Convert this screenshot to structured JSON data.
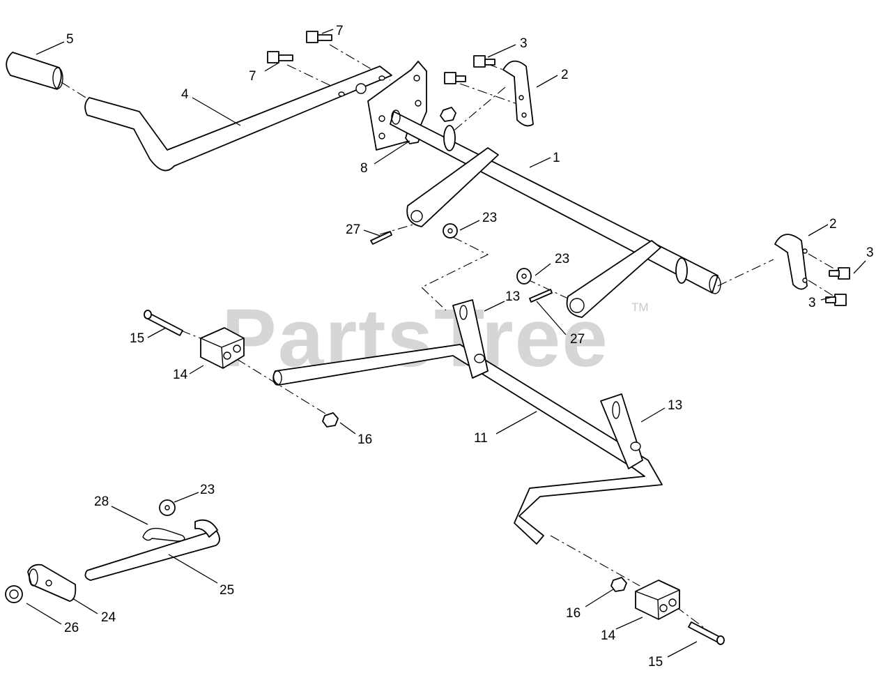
{
  "watermark": {
    "brand": "PartsTree",
    "trademark": "TM"
  },
  "callouts": {
    "c5": "5",
    "c7a": "7",
    "c7b": "7",
    "c3a": "3",
    "c2a": "2",
    "c4": "4",
    "c8": "8",
    "c1": "1",
    "c27a": "27",
    "c23a": "23",
    "c2b": "2",
    "c3b": "3",
    "c23b": "23",
    "c3c": "3",
    "c13a": "13",
    "c27b": "27",
    "c15a": "15",
    "c14a": "14",
    "c16a": "16",
    "c11": "11",
    "c13b": "13",
    "c23c": "23",
    "c28": "28",
    "c25": "25",
    "c24": "24",
    "c26": "26",
    "c16b": "16",
    "c14b": "14",
    "c15b": "15"
  }
}
